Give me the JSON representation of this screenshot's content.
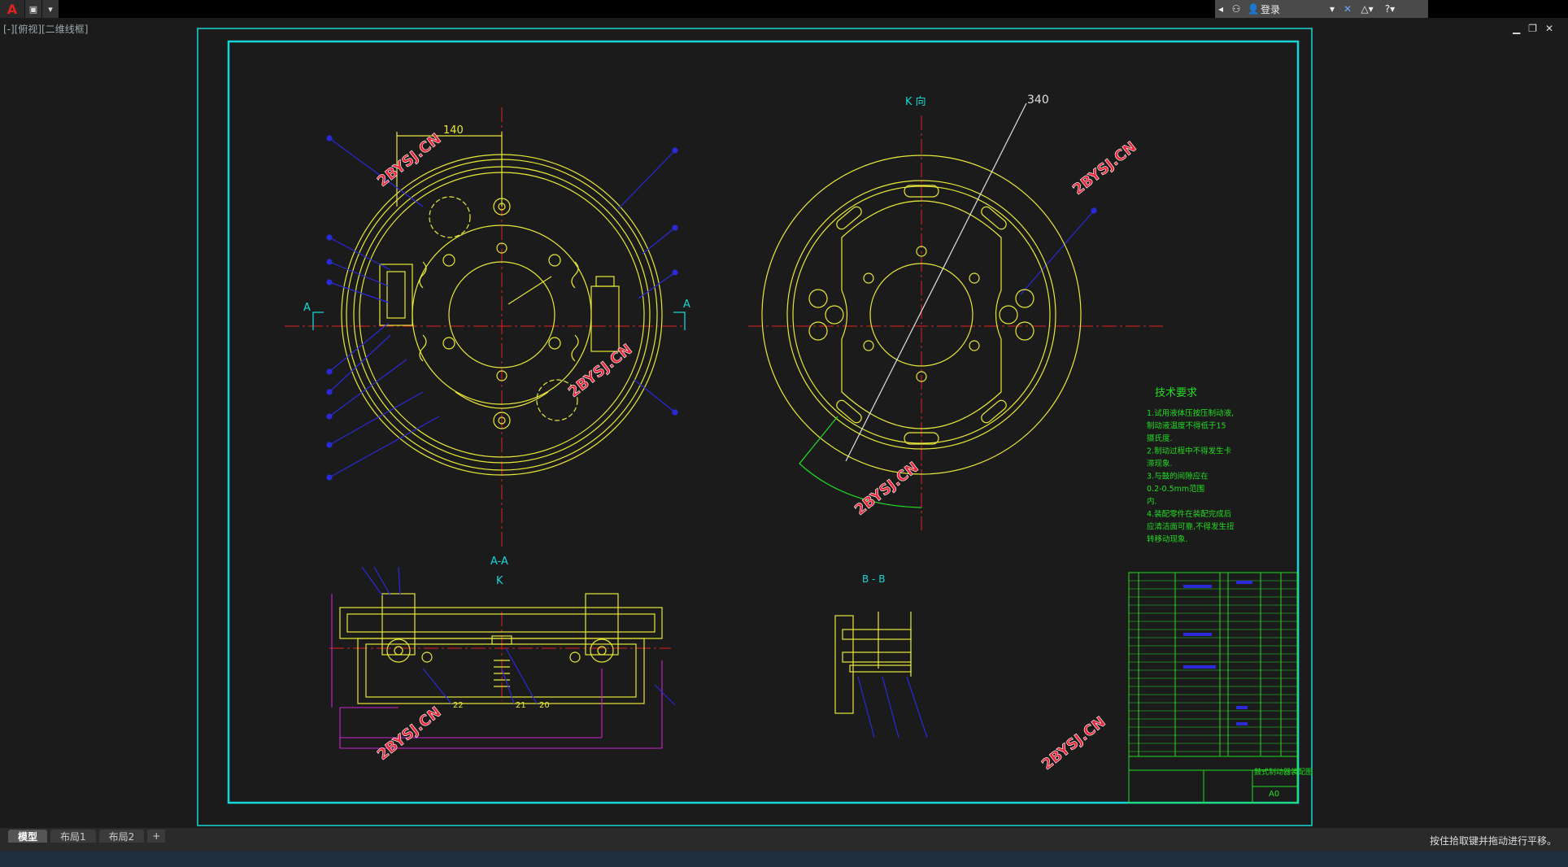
{
  "toolbar": {
    "app_logo": "A",
    "login_label": "登录"
  },
  "view_label": "[-][俯视][二维线框]",
  "drawing": {
    "dim_140": "140",
    "dim_340": "340",
    "label_k_view": "K 向",
    "label_aa": "A-A",
    "label_k": "K",
    "label_bb": "B - B",
    "section_a_left": "A",
    "section_a_right": "A",
    "parts": [
      "22",
      "21",
      "20"
    ],
    "watermark": "2BYSJ.CN",
    "tech_title": "技术要求",
    "tech_lines": [
      "1.试用液体压按压制动液,",
      "制动液温度不得低于15",
      "摄氏度.",
      "2.制动过程中不得发生卡",
      "滞现象.",
      "3.与鼓的间隙应在",
      "0.2-0.5mm范围",
      "内.",
      "4.装配零件在装配完成后",
      "应清洁面可靠,不得发生扭",
      "转移动现象."
    ],
    "title_block_name": "鼓式制动器装配图",
    "sheet_size": "A0"
  },
  "layout_tabs": [
    "模型",
    "布局1",
    "布局2"
  ],
  "tab_add": "+",
  "status_text": "按住拾取键并拖动进行平移。",
  "colors": {
    "drawing_yellow": "#e8e83a",
    "frame_cyan": "#19d6d6",
    "center_red": "#e02020",
    "leader_blue": "#2a2ad8",
    "dim_magenta": "#d020d0",
    "tech_green": "#22dd22",
    "watermark_red": "#e8283a"
  }
}
